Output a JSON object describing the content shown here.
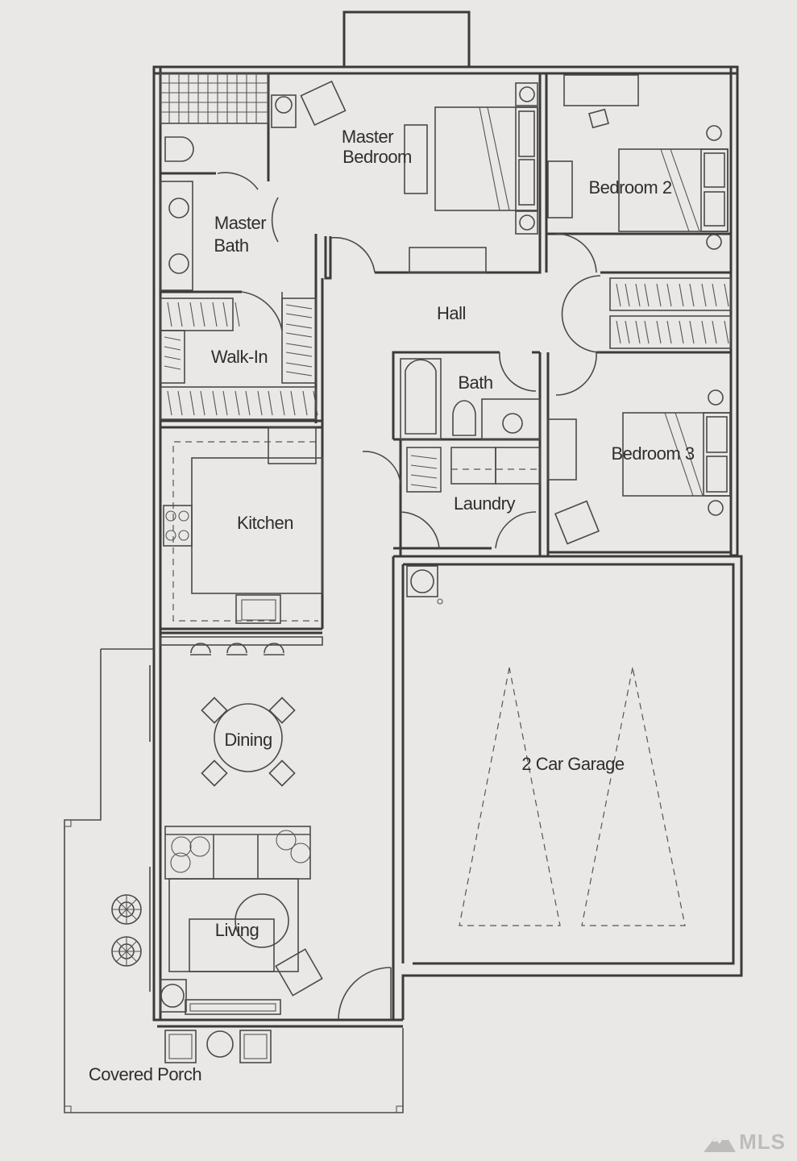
{
  "rooms": {
    "master_bedroom": [
      "Master",
      "Bedroom"
    ],
    "bedroom_2": "Bedroom 2",
    "master_bath": [
      "Master",
      "Bath"
    ],
    "hall": "Hall",
    "walk_in": "Walk-In",
    "bath": "Bath",
    "bedroom_3": "Bedroom 3",
    "laundry": "Laundry",
    "kitchen": "Kitchen",
    "dining": "Dining",
    "garage": "2 Car Garage",
    "living": "Living",
    "covered_porch": "Covered Porch"
  },
  "watermark": {
    "brand": "MLS",
    "icon": "mountain-logo-icon",
    "color": "#bdbcbb"
  },
  "colors": {
    "paper": "#e9e8e7",
    "line": "#3a3a3a"
  }
}
